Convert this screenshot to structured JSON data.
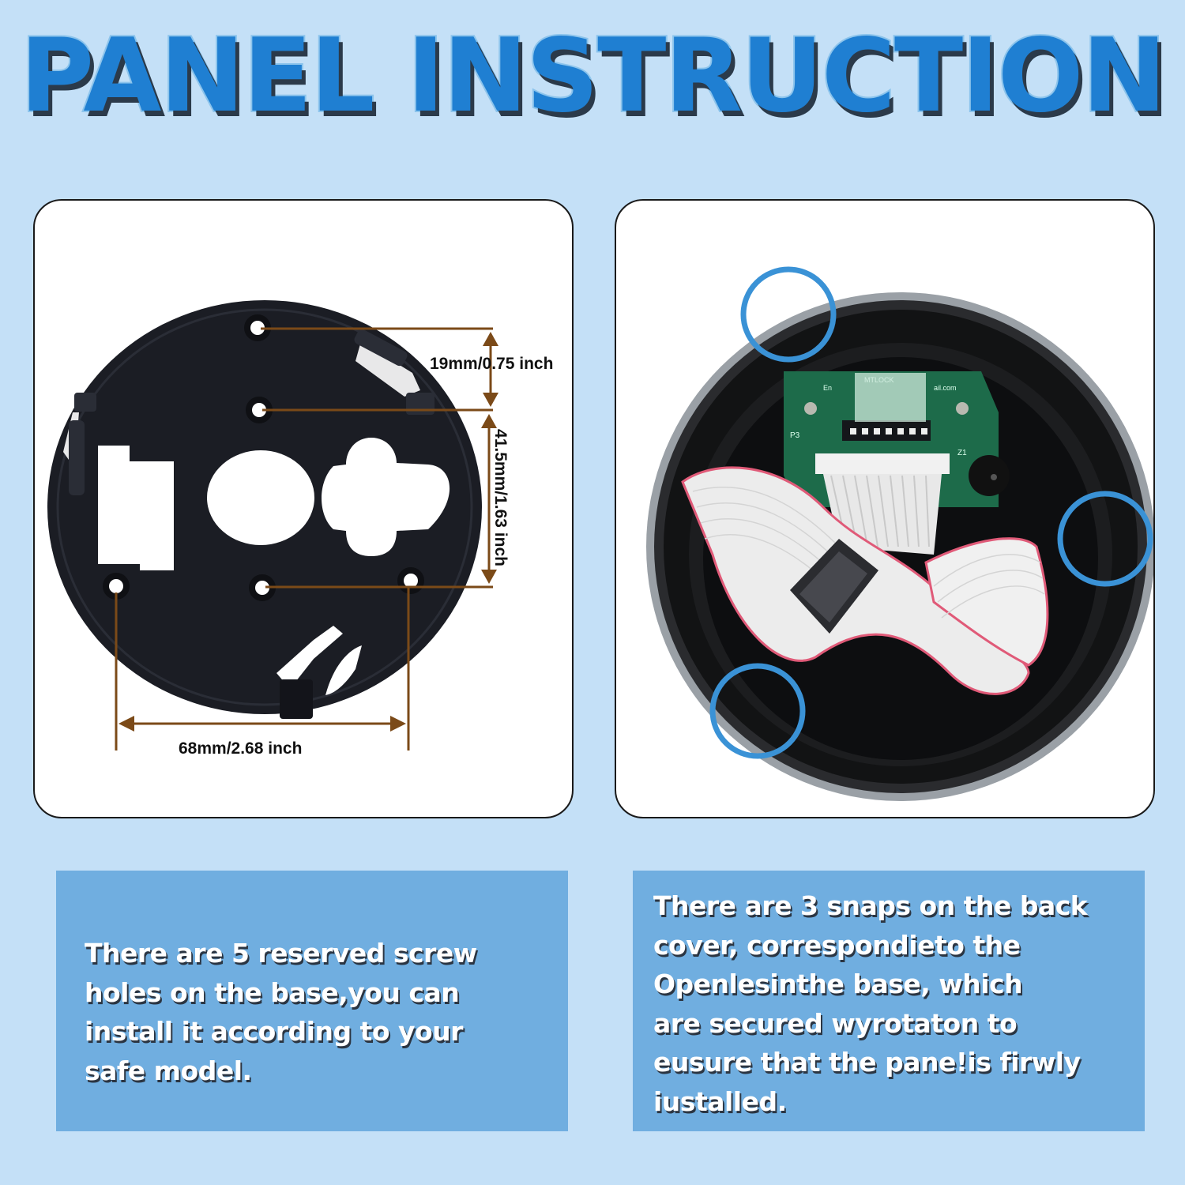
{
  "header": {
    "title": "PANEL INSTRUCTION"
  },
  "left_panel": {
    "image": "black-round-mounting-base-plate",
    "dimensions": {
      "top_spacing": "19mm/0.75 inch",
      "vertical_spacing": "41.5mm/1.63 inch",
      "horizontal_spacing": "68mm/2.68 inch"
    },
    "arrow_color": "#7b4a18"
  },
  "right_panel": {
    "image": "keypad-back-with-ribbon-cables",
    "pcb_label": "MTLOCK",
    "pcb_email_fragment": "En...ail.com",
    "pcb_marks": [
      "P3",
      "Z1"
    ],
    "highlight_circles": 3,
    "highlight_color": "#3a92d6"
  },
  "descriptions": {
    "left": {
      "lines": [
        "There are 5 reserved screw",
        "holes on the base,you can",
        "install it according to your",
        "safe model."
      ]
    },
    "right": {
      "lines": [
        "There are 3 snaps on the back",
        "cover, correspondieto the",
        "Openlesinthe base, which",
        "are secured wyrotaton to",
        "eusure that the pane!is firwly",
        "iustalled."
      ]
    }
  },
  "colors": {
    "background": "#c4e0f7",
    "title_blue": "#1f7fd2",
    "box_blue": "#70aee0"
  }
}
